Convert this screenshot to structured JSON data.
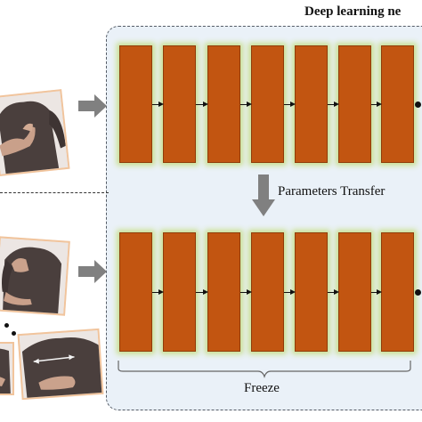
{
  "diagram": {
    "title": "Deep learning ne",
    "transfer_label": "Parameters Transfer",
    "freeze_label": "Freeze",
    "rows": [
      {
        "name": "source-network",
        "layer_count": 7
      },
      {
        "name": "target-network",
        "layer_count": 7
      }
    ],
    "colors": {
      "layer_fill": "#c25511",
      "layer_glow": "#c9df8e",
      "panel_background": "#eaf1f8",
      "arrow_gray": "#808080",
      "photo_border": "#f1c49c"
    },
    "icons": [
      "gray-right-arrow-icon",
      "gray-down-arrow-icon"
    ]
  }
}
